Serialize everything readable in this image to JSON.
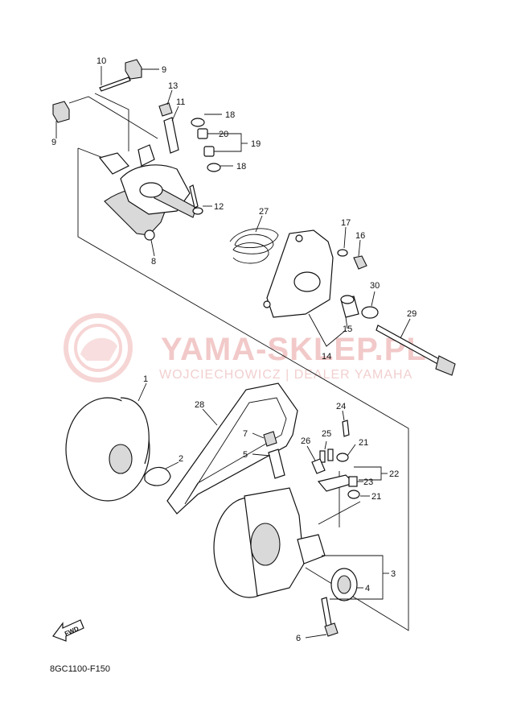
{
  "diagram_code": "8GC1100-F150",
  "watermark": {
    "brand": "YAMA-SKLEP.PL",
    "subtitle": "WOJCIECHOWICZ | DEALER YAMAHA"
  },
  "fwd_label": "FWD",
  "callouts": {
    "c1": "1",
    "c2": "2",
    "c3": "3",
    "c4": "4",
    "c5": "5",
    "c6": "6",
    "c7": "7",
    "c8": "8",
    "c9a": "9",
    "c9b": "9",
    "c10": "10",
    "c11": "11",
    "c12": "12",
    "c13": "13",
    "c14": "14",
    "c15": "15",
    "c16": "16",
    "c17": "17",
    "c18a": "18",
    "c18b": "18",
    "c19": "19",
    "c20": "20",
    "c21a": "21",
    "c21b": "21",
    "c22": "22",
    "c23": "23",
    "c24": "24",
    "c25": "25",
    "c26": "26",
    "c27": "27",
    "c28": "28",
    "c29": "29",
    "c30": "30"
  },
  "colors": {
    "watermark": "#f2c9c9",
    "line": "#111111"
  }
}
